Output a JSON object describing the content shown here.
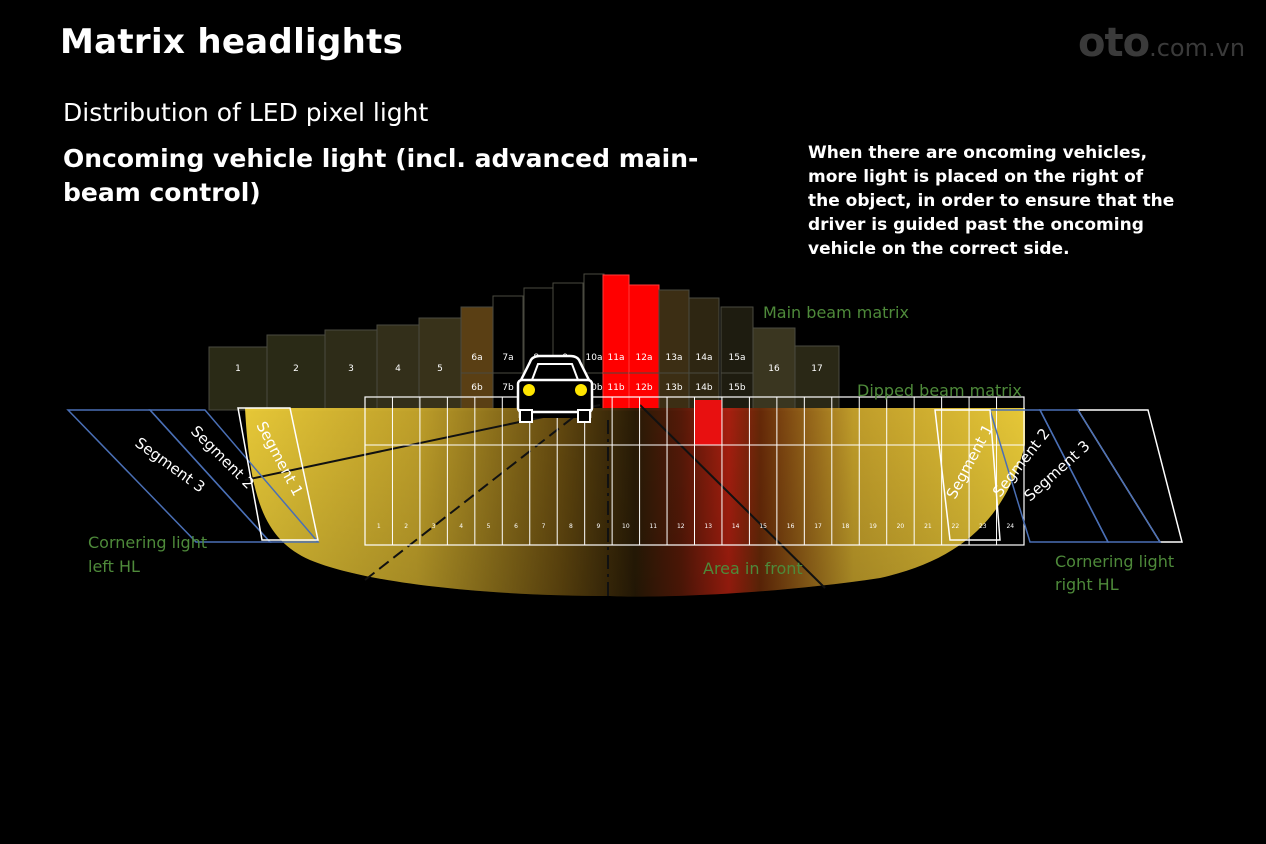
{
  "header": {
    "title": "Matrix headlights",
    "logo": "oto",
    "logo_suffix": ".com.vn",
    "subtitle": "Distribution of LED pixel light",
    "heading": "Oncoming vehicle light (incl. advanced main-beam control)",
    "note": "When there are oncoming vehicles, more light is placed on the right of the object, in order to ensure that the driver is guided past the oncoming vehicle on the correct side."
  },
  "labels": {
    "main_beam": "Main beam matrix",
    "dipped_beam": "Dipped beam matrix",
    "area_in_front": "Area in front",
    "cornering_left": [
      "Cornering light",
      "left HL"
    ],
    "cornering_right": [
      "Cornering light",
      "right HL"
    ],
    "segments_left": [
      "Segment 1",
      "Segment 2",
      "Segment 3"
    ],
    "segments_right": [
      "Segment 1",
      "Segment 2",
      "Segment 3"
    ]
  },
  "main_beam_cells": [
    {
      "label": "1",
      "color": "#2a2a16",
      "lit": false
    },
    {
      "label": "2",
      "color": "#2a2a16",
      "lit": false
    },
    {
      "label": "3",
      "color": "#2e2c18",
      "lit": false
    },
    {
      "label": "4",
      "color": "#332f1a",
      "lit": false
    },
    {
      "label": "5",
      "color": "#38321a",
      "lit": false
    },
    {
      "label": "6a",
      "label_b": "6b",
      "color": "#5a3f14",
      "lit": false
    },
    {
      "label": "7a",
      "label_b": "7b",
      "color": "#000000",
      "lit": false
    },
    {
      "label": "8a",
      "label_b": "8b",
      "color": "#000000",
      "lit": false
    },
    {
      "label": "9a",
      "label_b": "9b",
      "color": "#000000",
      "lit": false
    },
    {
      "label": "10a",
      "label_b": "10b",
      "color": "#000000",
      "lit": false
    },
    {
      "label": "11a",
      "label_b": "11b",
      "color": "#ff0000",
      "lit": true
    },
    {
      "label": "12a",
      "label_b": "12b",
      "color": "#ff0000",
      "lit": true
    },
    {
      "label": "13a",
      "label_b": "13b",
      "color": "#3c2e14",
      "lit": false
    },
    {
      "label": "14a",
      "label_b": "14b",
      "color": "#2e2612",
      "lit": false
    },
    {
      "label": "15a",
      "label_b": "15b",
      "color": "#1e1c10",
      "lit": false
    },
    {
      "label": "16",
      "color": "#3a3620",
      "lit": false
    },
    {
      "label": "17",
      "color": "#2a2816",
      "lit": false
    }
  ],
  "dipped_beam_cells": [
    "1",
    "2",
    "3",
    "4",
    "5",
    "6",
    "7",
    "8",
    "9",
    "10",
    "11",
    "12",
    "13",
    "14",
    "15",
    "16",
    "17",
    "18",
    "19",
    "20",
    "21",
    "22",
    "23",
    "24"
  ],
  "colors": {
    "background": "#000000",
    "beam_yellow": "#f5d43a",
    "beam_dark": "#3a2a08",
    "highlight_red": "#ff0000",
    "label_green": "#4e8a3a",
    "outline_blue": "#4a6fb5",
    "outline_white": "#ffffff"
  }
}
